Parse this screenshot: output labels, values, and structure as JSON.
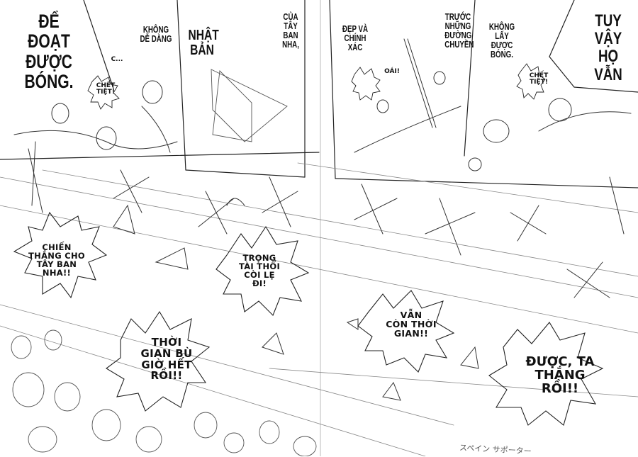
{
  "page": {
    "type": "manga-sketch-spread",
    "background": "#ffffff",
    "ink": "#111111"
  },
  "top_left_panels": {
    "narration_1": "ĐỂ ĐOẠT\nĐƯỢC\nBÓNG.",
    "narration_2": "KHÔNG\nDỄ DÀNG",
    "sfx_c": "C...",
    "shout_1": "CHẾT\nTIỆT!",
    "narration_3": "NHẬT\nBẢN",
    "narration_4": "CỦA\nTÂY\nBAN\nNHA,"
  },
  "top_right_panels": {
    "narration_1": "ĐẸP VÀ\nCHÍNH\nXÁC",
    "sfx_oai": "OÁI!",
    "narration_2": "TRƯỚC\nNHỮNG\nĐƯỜNG\nCHUYỀN",
    "narration_3": "KHÔNG\nLẤY ĐƯỢC\nBÓNG.",
    "shout_1": "CHẾT\nTIỆT!",
    "narration_4": "TUY\nVẬY HỌ\nVẪN"
  },
  "crowd_panel": {
    "shout_1": "CHIẾN\nTHẮNG CHO\nTÂY BAN\nNHA!!",
    "shout_2": "TRỌNG\nTÀI THỔI\nCÒI LẸ\nĐI!",
    "shout_3": "THỜI\nGIAN BÙ\nGIỜ HẾT\nRỒI!!",
    "shout_4": "VẪN\nCÒN THỜI\nGIAN!!",
    "shout_5": "ĐƯỢC, TA\nTHẮNG\nRỒI!!",
    "sketch_note": "スペイン サポーター"
  }
}
